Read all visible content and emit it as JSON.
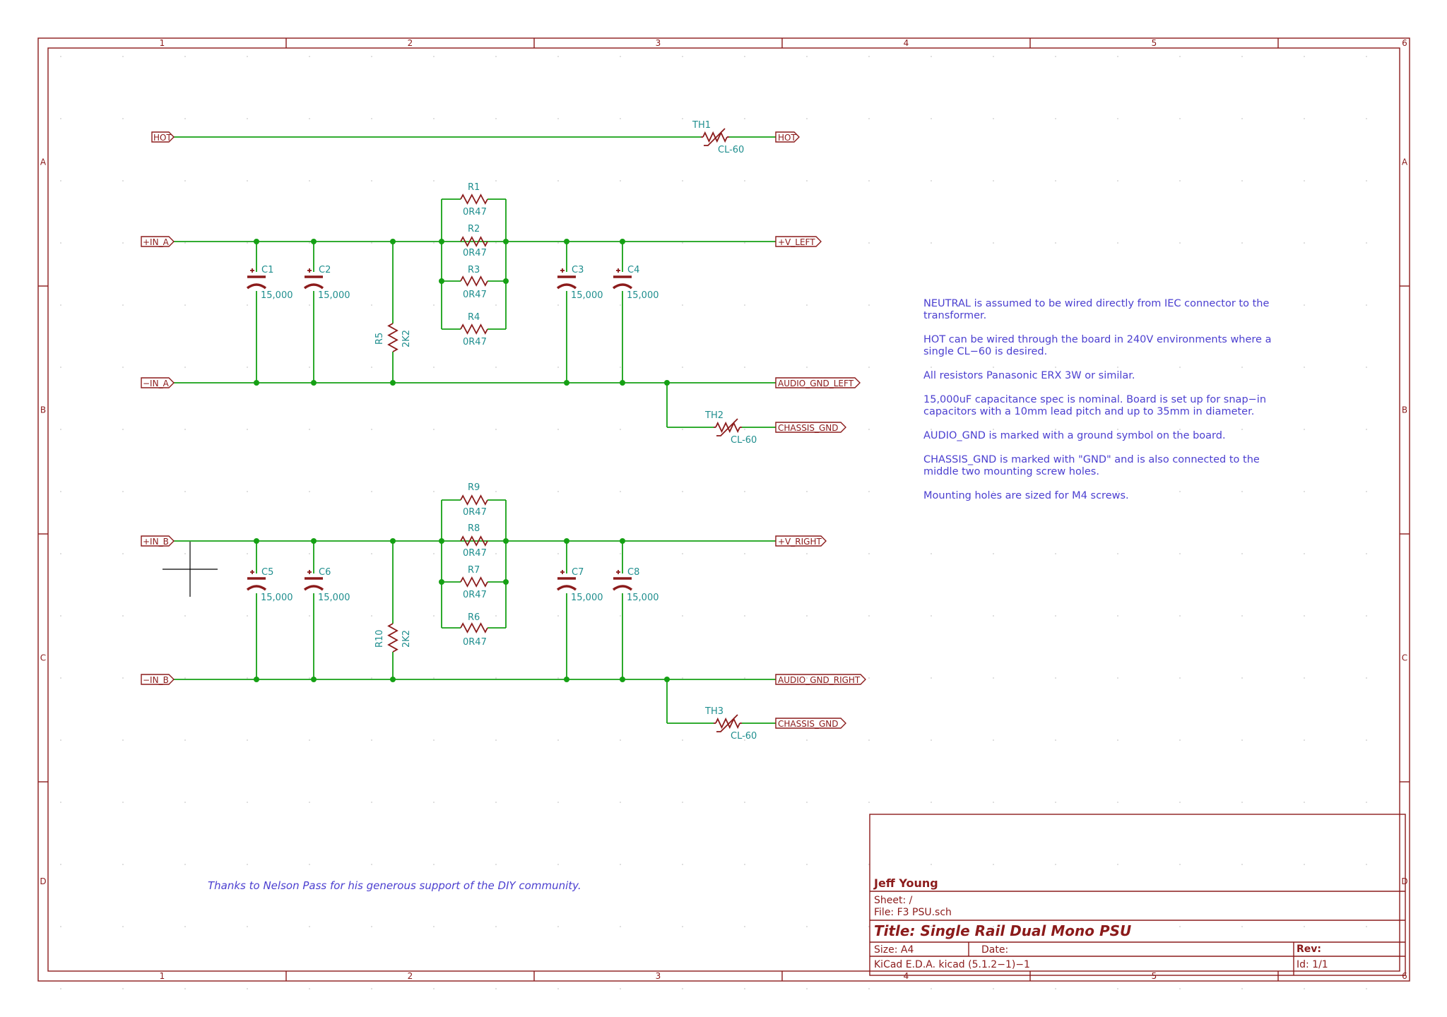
{
  "colors": {
    "frame": "#8b1b1b",
    "wire": "#15a014",
    "junction": "#15a014",
    "part": "#8b1b1b",
    "refdes": "#1f8e8e",
    "note": "#4b3fd0",
    "title": "#8b1b1b"
  },
  "grid": {
    "cols": [
      "1",
      "2",
      "3",
      "4",
      "5",
      "6"
    ],
    "rows": [
      "A",
      "B",
      "C",
      "D"
    ]
  },
  "labels": {
    "hot_in": "HOT",
    "hot_out": "HOT",
    "in_a_pos": "+IN_A",
    "in_a_neg": "−IN_A",
    "v_left": "+V_LEFT",
    "audio_gnd_left": "AUDIO_GND_LEFT",
    "chassis_gnd_1": "CHASSIS_GND",
    "in_b_pos": "+IN_B",
    "in_b_neg": "−IN_B",
    "v_right": "+V_RIGHT",
    "audio_gnd_right": "AUDIO_GND_RIGHT",
    "chassis_gnd_2": "CHASSIS_GND"
  },
  "components": {
    "TH1": {
      "ref": "TH1",
      "value": "CL-60"
    },
    "TH2": {
      "ref": "TH2",
      "value": "CL-60"
    },
    "TH3": {
      "ref": "TH3",
      "value": "CL-60"
    },
    "R1": {
      "ref": "R1",
      "value": "0R47"
    },
    "R2": {
      "ref": "R2",
      "value": "0R47"
    },
    "R3": {
      "ref": "R3",
      "value": "0R47"
    },
    "R4": {
      "ref": "R4",
      "value": "0R47"
    },
    "R5": {
      "ref": "R5",
      "value": "2K2"
    },
    "R6": {
      "ref": "R6",
      "value": "0R47"
    },
    "R7": {
      "ref": "R7",
      "value": "0R47"
    },
    "R8": {
      "ref": "R8",
      "value": "0R47"
    },
    "R9": {
      "ref": "R9",
      "value": "0R47"
    },
    "R10": {
      "ref": "R10",
      "value": "2K2"
    },
    "C1": {
      "ref": "C1",
      "value": "15,000"
    },
    "C2": {
      "ref": "C2",
      "value": "15,000"
    },
    "C3": {
      "ref": "C3",
      "value": "15,000"
    },
    "C4": {
      "ref": "C4",
      "value": "15,000"
    },
    "C5": {
      "ref": "C5",
      "value": "15,000"
    },
    "C6": {
      "ref": "C6",
      "value": "15,000"
    },
    "C7": {
      "ref": "C7",
      "value": "15,000"
    },
    "C8": {
      "ref": "C8",
      "value": "15,000"
    }
  },
  "notes": [
    "NEUTRAL is assumed to be wired directly from IEC connector to the",
    "transformer.",
    "HOT can be wired through the board in 240V environments where a",
    "single CL−60 is desired.",
    "All resistors Panasonic ERX 3W or similar.",
    "15,000uF capacitance spec is nominal.  Board is set up for snap−in",
    "capacitors with a 10mm lead pitch and up to 35mm in diameter.",
    "AUDIO_GND is marked with a ground symbol on the board.",
    "CHASSIS_GND is marked with \"GND\" and is also connected to the",
    "middle two mounting screw holes.",
    "Mounting holes are sized for M4 screws."
  ],
  "thanks": "Thanks to Nelson Pass for his generous support of the DIY community.",
  "title_block": {
    "company": "Jeff Young",
    "sheet": "Sheet: /",
    "file": "File: F3 PSU.sch",
    "title": "Title: Single Rail Dual Mono PSU",
    "size": "Size: A4",
    "date": "Date:",
    "rev": "Rev:",
    "tool": "KiCad E.D.A.  kicad (5.1.2−1)−1",
    "id": "Id: 1/1"
  }
}
